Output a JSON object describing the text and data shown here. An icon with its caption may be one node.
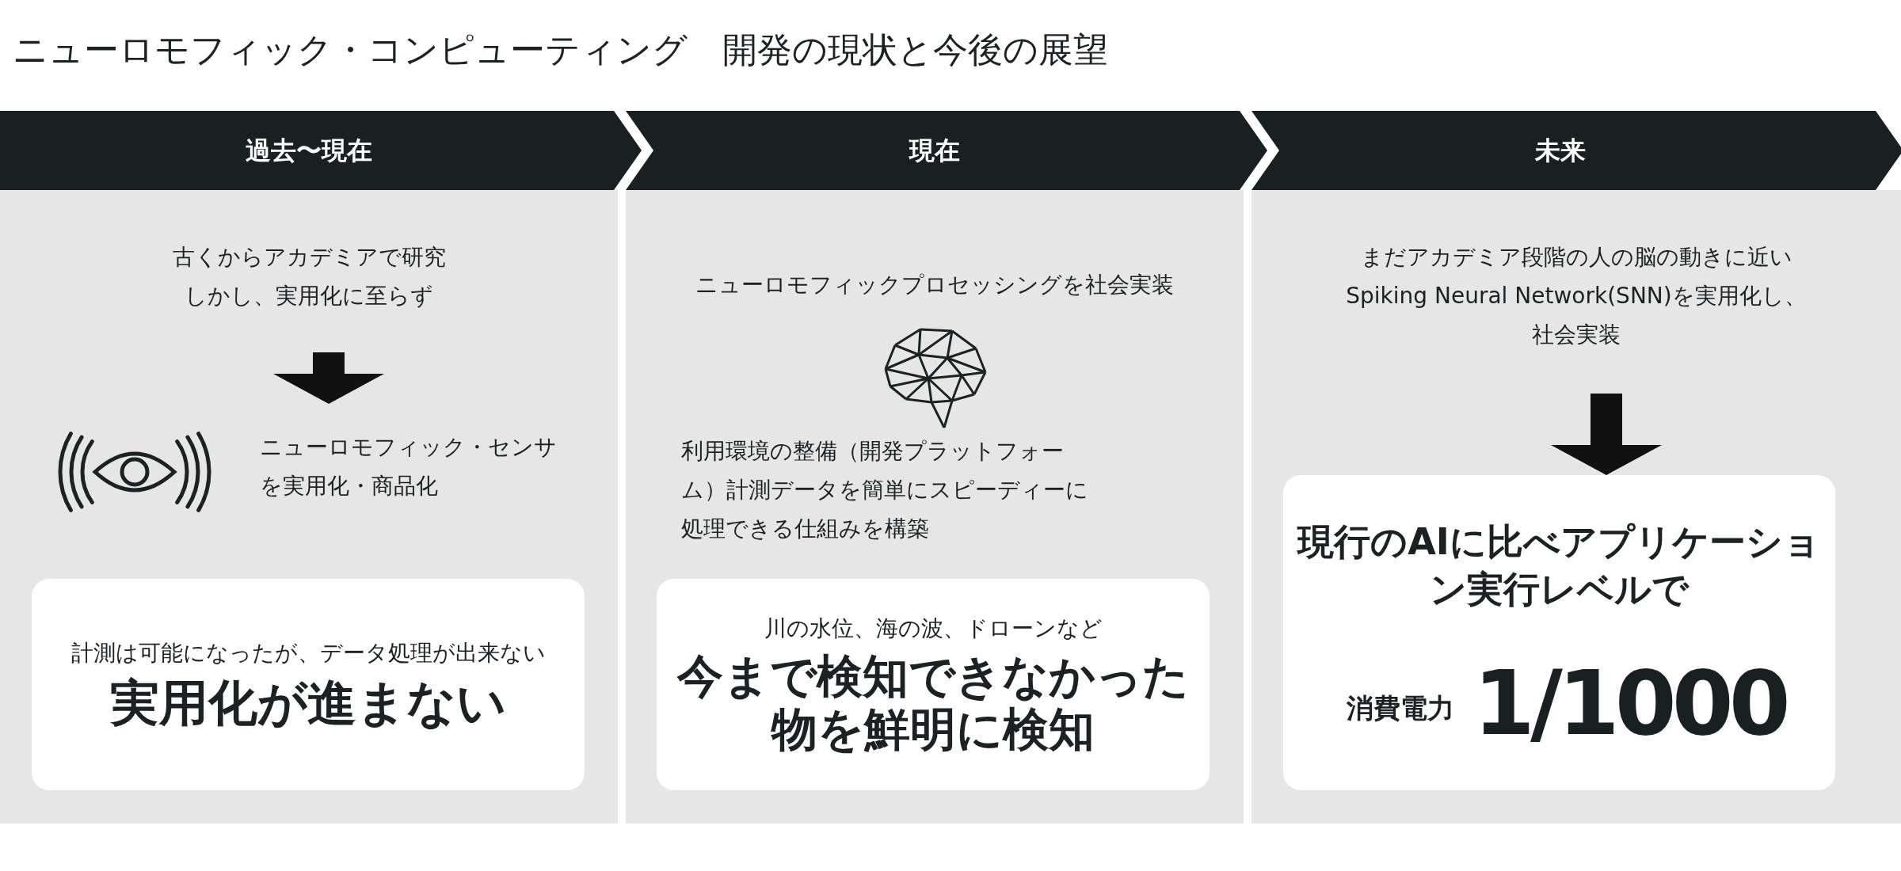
{
  "diagram": {
    "title": "ニューロモフィック・コンピューティング　開発の現状と今後の展望",
    "nodes": [
      {
        "text": [
          "過去〜現在"
        ]
      },
      {
        "text": [
          "現在"
        ]
      },
      {
        "text": [
          "未来"
        ]
      },
      {
        "text": [],
        "shape": "box"
      },
      {
        "text": [
          "古くからアカデミアで研究しかし、実用化に至らず"
        ],
        "in": 3
      },
      {
        "text": [
          "ニューロモフィック・センサを実用化・商品化"
        ],
        "in": 3
      },
      {
        "text": [
          "計測は可能になったが、データ処理が出来ない",
          "実用化が進まない"
        ],
        "in": 3
      },
      {
        "text": [],
        "shape": "box"
      },
      {
        "text": [
          "ニューロモフィックプロセッシングを社会実装"
        ],
        "in": 7
      },
      {
        "text": [
          "利用環境の整備（開発プラットフォーム）計測データを簡単にスピーディーに処理できる仕組みを構築"
        ],
        "in": 7
      },
      {
        "text": [
          "川の水位、海の波、ドローンなど",
          "今まで検知できなかった物を鮮明に検知"
        ],
        "in": 7
      },
      {
        "text": [],
        "shape": "box"
      },
      {
        "text": [
          "まだアカデミア段階の人の脳の動きに近いSpiking Neural Network(SNN)を実用化し、社会実装"
        ],
        "in": 11
      },
      {
        "text": [
          "現行のAIに比べアプリケーション実行レベルで",
          "消費電力",
          "1/1000"
        ],
        "in": 11
      }
    ],
    "edges": [
      {
        "from": 4,
        "to": 5,
        "arrow": "to"
      },
      {
        "from": 12,
        "to": 13,
        "arrow": "to"
      }
    ]
  }
}
